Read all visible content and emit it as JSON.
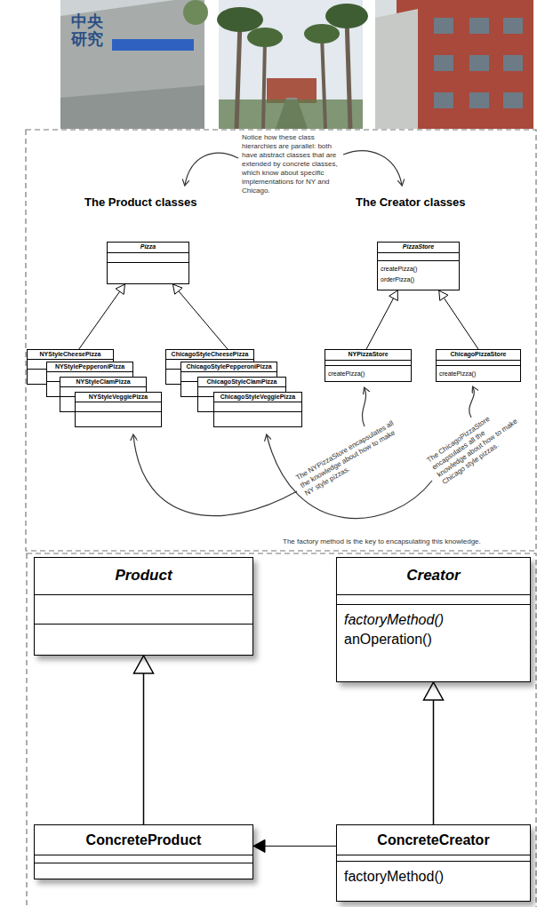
{
  "diagram": {
    "nodes": [
      {
        "text": [
          "Pizza"
        ]
      },
      {
        "text": [
          "PizzaStore",
          "createPizza()",
          "orderPizza()"
        ]
      },
      {
        "text": [
          "NYStyleCheesePizza"
        ]
      },
      {
        "text": [
          "NYStylePepperoniPizza"
        ]
      },
      {
        "text": [
          "NYStyleClamPizza"
        ]
      },
      {
        "text": [
          "NYStyleVeggiePizza"
        ]
      },
      {
        "text": [
          "ChicagoStyleCheesePizza"
        ]
      },
      {
        "text": [
          "ChicagoStylePepperoniPizza"
        ]
      },
      {
        "text": [
          "ChicagoStyleClamPizza"
        ]
      },
      {
        "text": [
          "ChicagoStyleVeggiePizza"
        ]
      },
      {
        "text": [
          "NYPizzaStore",
          "createPizza()"
        ]
      },
      {
        "text": [
          "ChicagoPizzaStore",
          "createPizza()"
        ]
      },
      {
        "text": [
          "Product"
        ]
      },
      {
        "text": [
          "Creator",
          "factoryMethod()",
          "anOperation()"
        ]
      },
      {
        "text": [
          "ConcreteProduct"
        ]
      },
      {
        "text": [
          "ConcreteCreator",
          "factoryMethod()"
        ]
      }
    ],
    "edges": [
      {
        "from": 2,
        "to": 0,
        "arrow": "to"
      },
      {
        "from": 6,
        "to": 0,
        "arrow": "to"
      },
      {
        "from": 10,
        "to": 1,
        "arrow": "to"
      },
      {
        "from": 11,
        "to": 1,
        "arrow": "to"
      },
      {
        "from": 14,
        "to": 12,
        "arrow": "to"
      },
      {
        "from": 15,
        "to": 13,
        "arrow": "to"
      },
      {
        "from": 15,
        "to": 14,
        "arrow": "to"
      }
    ],
    "labels": [
      "中央研究",
      "Notice how these class hierarchies are parallel: both have abstract classes that are extended by concrete classes, which know about specific implementations for NY and Chicago.",
      "The Product classes",
      "The Creator classes",
      "The NYPizzaStore encapsulates all the knowledge about how to make NY style pizzas.",
      "The ChicagoPizzaStore encapsulates all the knowledge about how to make Chicago style pizzas.",
      "The factory method is the key to encapsulating this knowledge."
    ]
  }
}
